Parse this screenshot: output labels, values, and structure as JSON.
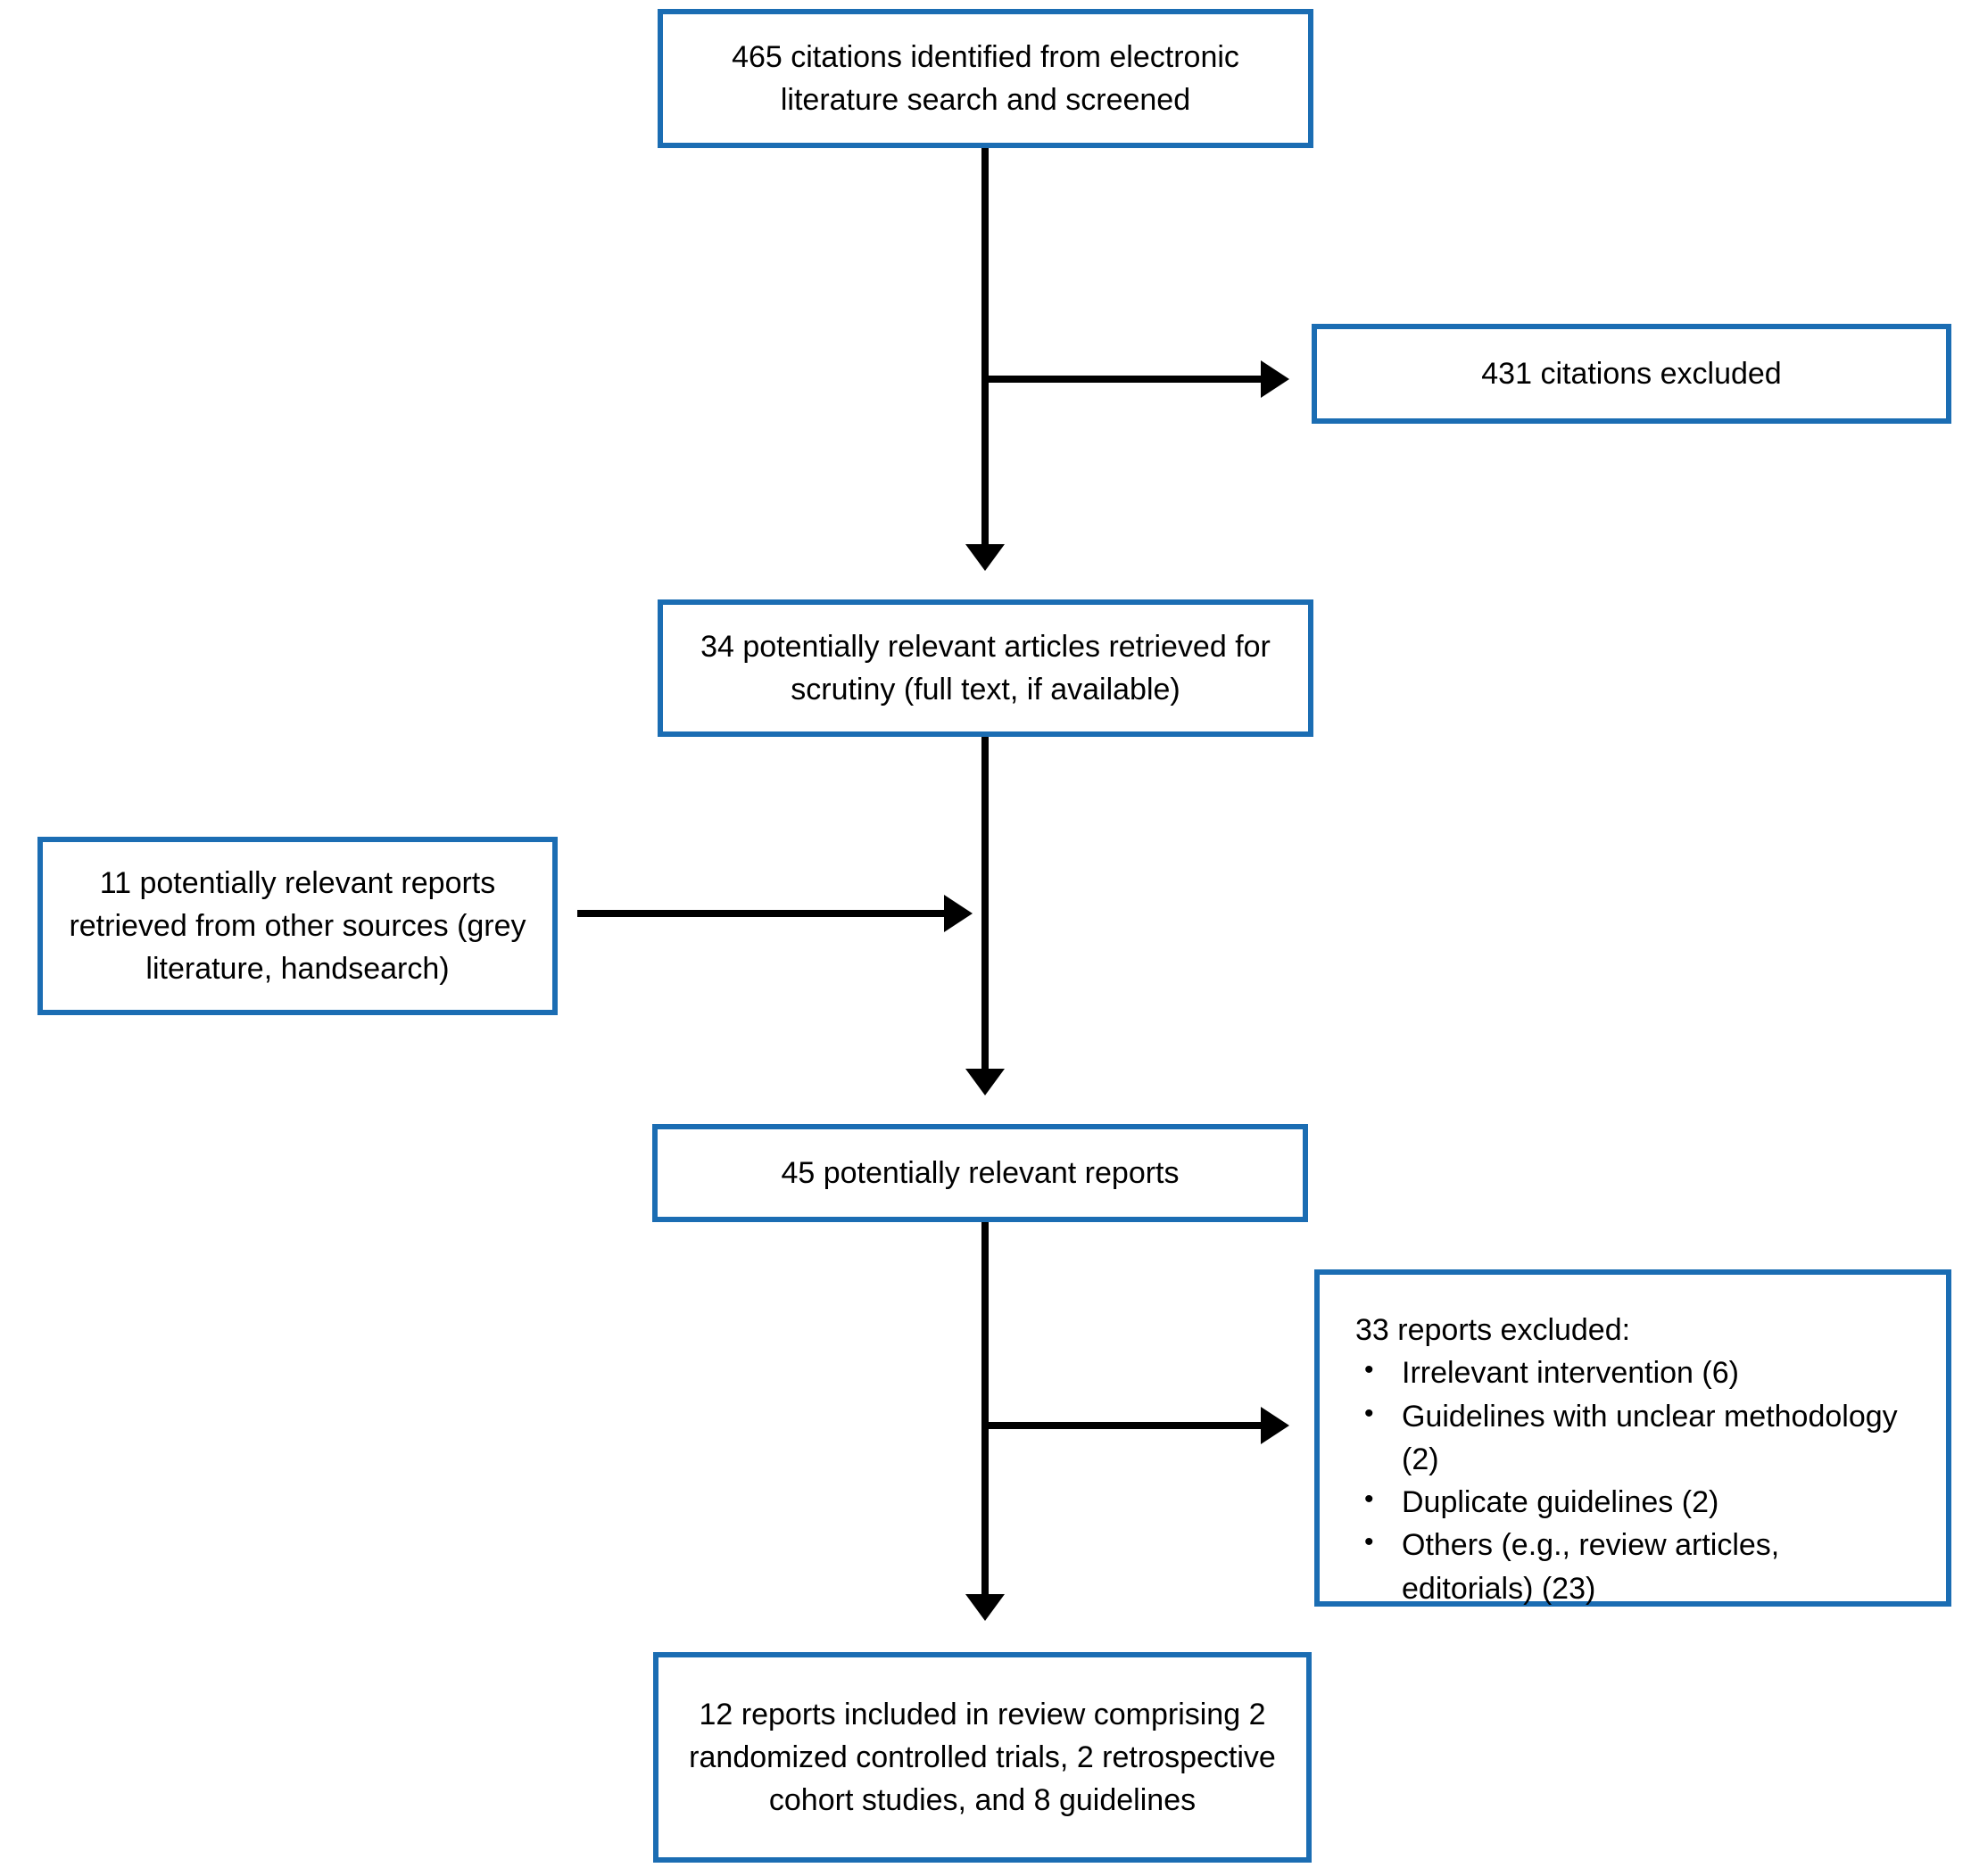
{
  "diagram": {
    "type": "flowchart",
    "title": "Literature screening flow diagram",
    "accent_color": "#1b6db3",
    "line_color": "#000000",
    "nodes": {
      "identified": {
        "text": "465 citations identified from electronic literature search and screened"
      },
      "citations_excluded": {
        "text": "431 citations excluded"
      },
      "retrieved": {
        "text": "34 potentially relevant articles retrieved for scrutiny (full text, if available)"
      },
      "other_sources": {
        "text": "11 potentially relevant reports retrieved from other sources (grey literature, handsearch)"
      },
      "relevant_reports": {
        "text": "45 potentially relevant reports"
      },
      "reports_excluded": {
        "heading": "33 reports excluded:",
        "items": [
          "Irrelevant intervention (6)",
          "Guidelines with unclear methodology (2)",
          "Duplicate guidelines (2)",
          "Others (e.g., review articles, editorials) (23)"
        ]
      },
      "included": {
        "text": "12 reports included in review comprising 2 randomized controlled trials, 2 retrospective cohort studies, and 8 guidelines"
      }
    }
  }
}
